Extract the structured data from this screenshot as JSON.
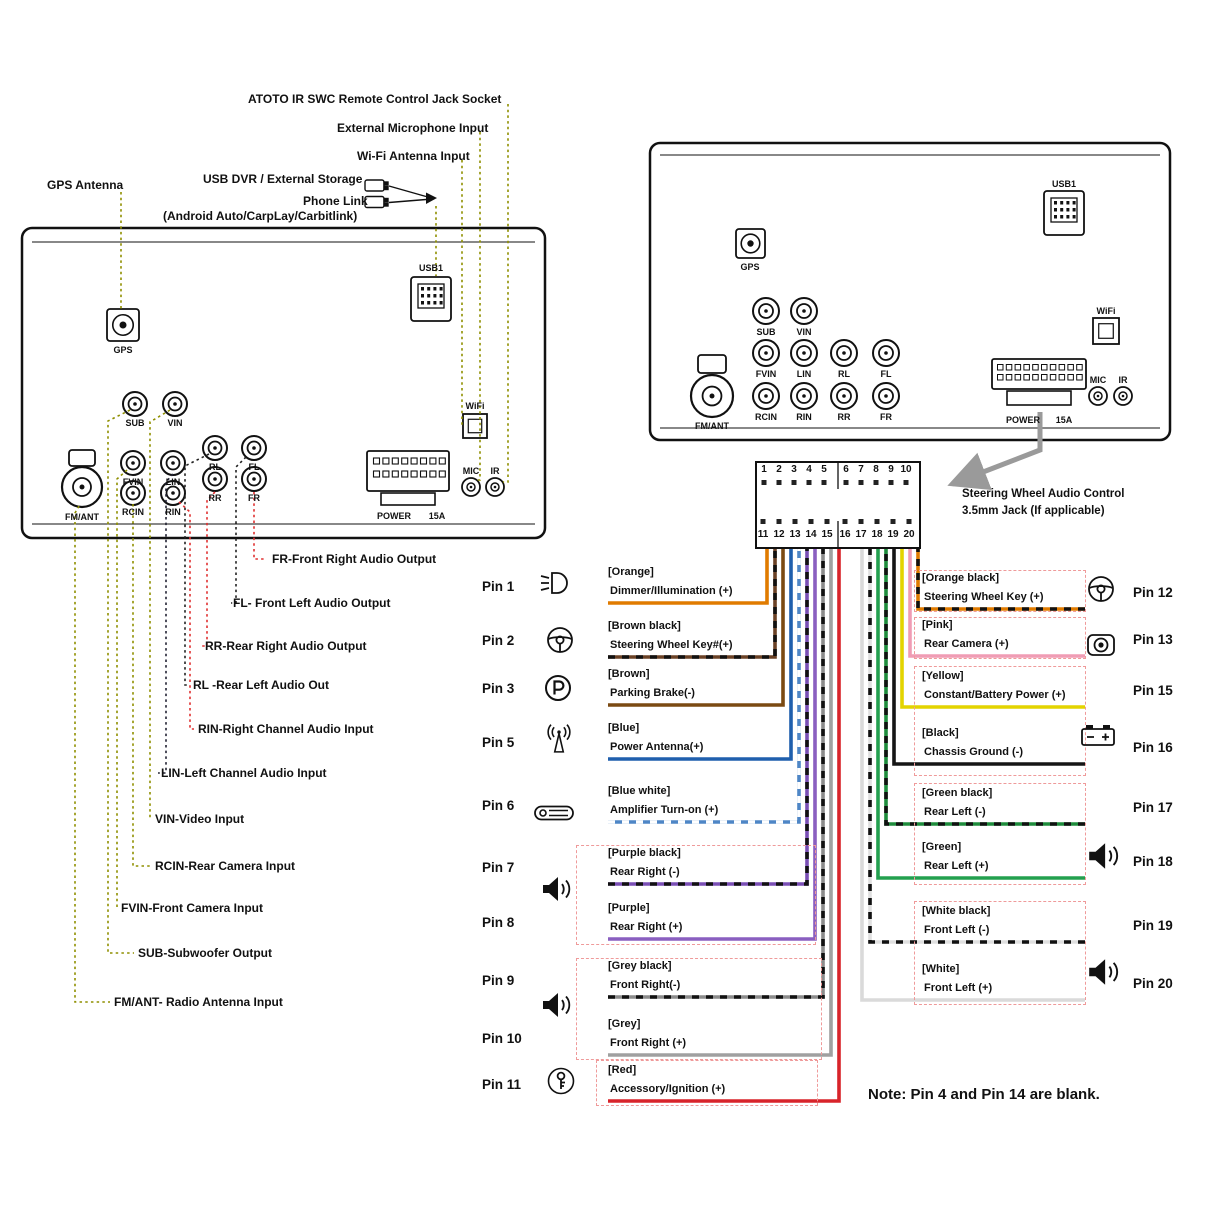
{
  "callouts_top": [
    "ATOTO IR SWC Remote Control Jack Socket",
    "External Microphone Input",
    "Wi-Fi Antenna Input",
    "GPS Antenna",
    "USB DVR / External Storage",
    "Phone Link",
    "(Android Auto/CarpLay/Carbitlink)"
  ],
  "callouts_bottom": [
    "FR-Front Right Audio Output",
    "FL- Front Left Audio Output",
    "RR-Rear Right Audio Output",
    "RL -Rear Left Audio Out",
    "RIN-Right Channel Audio Input",
    "LIN-Left Channel Audio Input",
    "VIN-Video Input",
    "RCIN-Rear Camera Input",
    "FVIN-Front Camera Input",
    "SUB-Subwoofer Output",
    "FM/ANT- Radio Antenna Input"
  ],
  "unit_labels": {
    "gps": "GPS",
    "usb1": "USB1",
    "wifi": "WiFi",
    "mic": "MIC",
    "ir": "IR",
    "power": "POWER",
    "fuse": "15A",
    "fmant": "FM/ANT"
  },
  "jack_labels": [
    "SUB",
    "VIN",
    "FVIN",
    "LIN",
    "RL",
    "FL",
    "RCIN",
    "RIN",
    "RR",
    "FR"
  ],
  "connector_numbers": {
    "top": [
      "1",
      "2",
      "3",
      "4",
      "5",
      "6",
      "7",
      "8",
      "9",
      "10"
    ],
    "bottom": [
      "11",
      "12",
      "13",
      "14",
      "15",
      "16",
      "17",
      "18",
      "19",
      "20"
    ]
  },
  "swc": {
    "line1": "Steering Wheel Audio Control",
    "line2": "3.5mm Jack (If applicable)"
  },
  "pins_left": [
    {
      "label": "Pin 1",
      "color_label": "[Orange]",
      "desc": "Dimmer/Illumination (+)",
      "wire_color": "#E07B00"
    },
    {
      "label": "Pin 2",
      "color_label": "[Brown black]",
      "desc": "Steering Wheel Key#(+)",
      "wire_color": "#6B4226",
      "stripe": "#111111"
    },
    {
      "label": "Pin 3",
      "color_label": "[Brown]",
      "desc": "Parking Brake(-)",
      "wire_color": "#7B4A12"
    },
    {
      "label": "Pin 5",
      "color_label": "[Blue]",
      "desc": "Power Antenna(+)",
      "wire_color": "#1F5FAD"
    },
    {
      "label": "Pin 6",
      "color_label": "[Blue white]",
      "desc": "Amplifier Turn-on (+)",
      "wire_color": "#4E86C6",
      "stripe": "#FFFFFF"
    },
    {
      "label": "Pin 7",
      "color_label": "[Purple black]",
      "desc": "Rear Right (-)",
      "wire_color": "#7A4FB5",
      "stripe": "#111111"
    },
    {
      "label": "Pin 8",
      "color_label": "[Purple]",
      "desc": "Rear Right (+)",
      "wire_color": "#8A5FC0"
    },
    {
      "label": "Pin 9",
      "color_label": "[Grey black]",
      "desc": "Front Right(-)",
      "wire_color": "#8C8C8C",
      "stripe": "#111111"
    },
    {
      "label": "Pin 10",
      "color_label": "[Grey]",
      "desc": "Front Right (+)",
      "wire_color": "#A0A0A0"
    },
    {
      "label": "Pin 11",
      "color_label": "[Red]",
      "desc": "Accessory/Ignition (+)",
      "wire_color": "#D8232A"
    }
  ],
  "pins_right": [
    {
      "label": "Pin 12",
      "color_label": "[Orange black]",
      "desc": "Steering Wheel Key (+)",
      "wire_color": "#E07B00",
      "stripe": "#111111"
    },
    {
      "label": "Pin 13",
      "color_label": "[Pink]",
      "desc": "Rear Camera (+)",
      "wire_color": "#F09CB4"
    },
    {
      "label": "Pin 15",
      "color_label": "[Yellow]",
      "desc": "Constant/Battery Power (+)",
      "wire_color": "#E3D400"
    },
    {
      "label": "Pin 16",
      "color_label": "[Black]",
      "desc": "Chassis Ground (-)",
      "wire_color": "#151515"
    },
    {
      "label": "Pin 17",
      "color_label": "[Green black]",
      "desc": "Rear Left (-)",
      "wire_color": "#1E8C3C",
      "stripe": "#111111"
    },
    {
      "label": "Pin 18",
      "color_label": "[Green]",
      "desc": "Rear Left (+)",
      "wire_color": "#23A04F"
    },
    {
      "label": "Pin 19",
      "color_label": "[White black]",
      "desc": "Front Left (-)",
      "wire_color": "#E0E0E0",
      "stripe": "#111111"
    },
    {
      "label": "Pin 20",
      "color_label": "[White]",
      "desc": "Front Left (+)",
      "wire_color": "#DADADA"
    }
  ],
  "note": "Note: Pin 4 and Pin 14 are blank."
}
